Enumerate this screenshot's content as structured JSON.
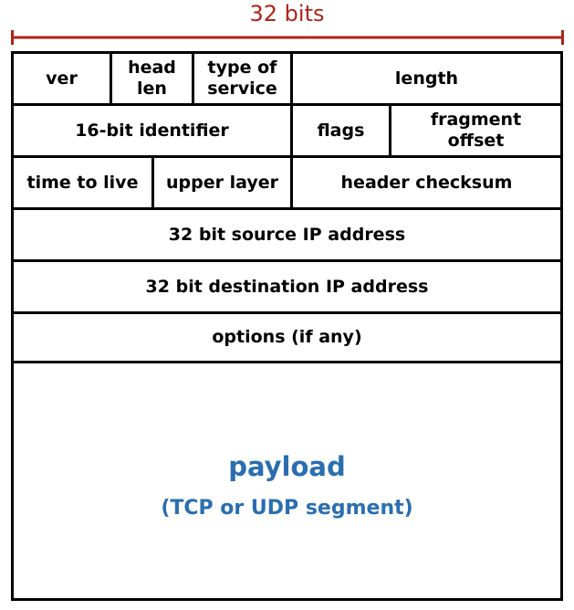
{
  "header": {
    "width_label": "32 bits"
  },
  "colors": {
    "width_label": "#b02418",
    "payload_text": "#2a6eb0",
    "border": "#000000"
  },
  "rows": [
    {
      "fields": [
        "ver",
        "head\nlen",
        "type of\nservice",
        "length"
      ]
    },
    {
      "fields": [
        "16-bit identifier",
        "flags",
        "fragment\noffset"
      ]
    },
    {
      "fields": [
        "time to live",
        "upper layer",
        "header checksum"
      ]
    },
    {
      "fields": [
        "32 bit source IP address"
      ]
    },
    {
      "fields": [
        "32 bit destination IP address"
      ]
    },
    {
      "fields": [
        "options (if any)"
      ]
    }
  ],
  "payload": {
    "title": "payload",
    "subtitle": "(TCP or UDP segment)"
  }
}
